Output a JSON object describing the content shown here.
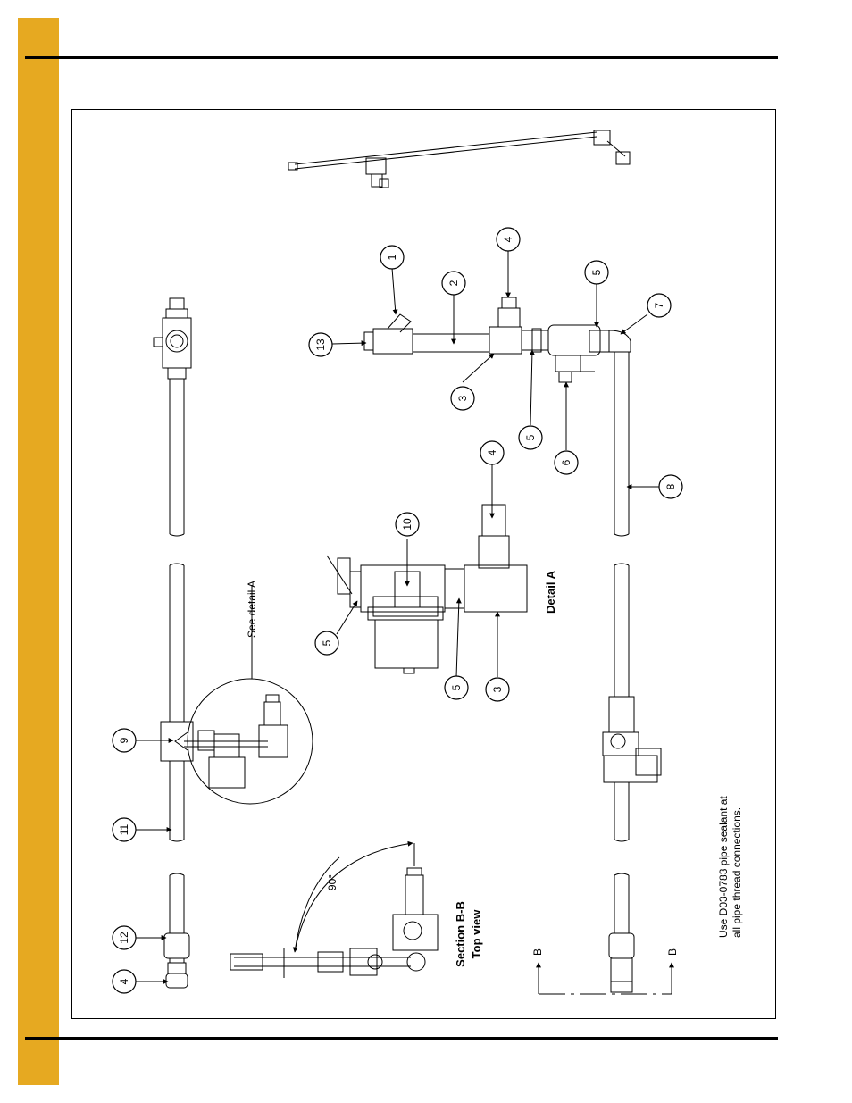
{
  "colors": {
    "side_band": "#E6A921",
    "line": "#000000",
    "background": "#ffffff"
  },
  "callouts": {
    "c1": "1",
    "c2": "2",
    "c3a": "3",
    "c3b": "3",
    "c4a": "4",
    "c4b": "4",
    "c4c": "4",
    "c5a": "5",
    "c5b": "5",
    "c5c": "5",
    "c5d": "5",
    "c6": "6",
    "c7": "7",
    "c8": "8",
    "c9": "9",
    "c10": "10",
    "c11": "11",
    "c12": "12",
    "c13": "13"
  },
  "labels": {
    "see_detail": "See detail A",
    "detail_a": "Detail A",
    "section_line1": "Section B-B",
    "section_line2": "Top view",
    "angle": "90°",
    "section_mark_left": "B",
    "section_mark_right": "B",
    "note_line1": "Use D03-0783 pipe sealant at",
    "note_line2": "all pipe thread connections."
  }
}
